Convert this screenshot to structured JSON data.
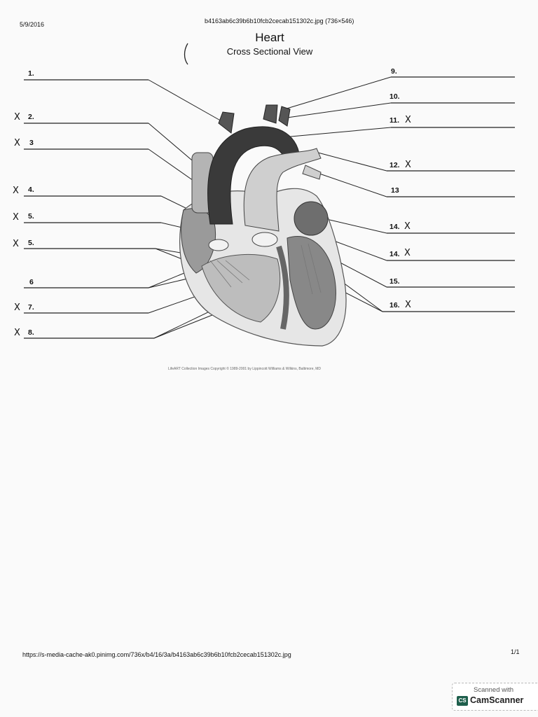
{
  "header": {
    "date": "5/9/2016",
    "filename": "b4163ab6c39b6b10fcb2cecab151302c.jpg (736×546)"
  },
  "title": {
    "main": "Heart",
    "sub": "Cross Sectional View"
  },
  "labels_left": [
    {
      "text": "1.",
      "mark": ""
    },
    {
      "text": "2.",
      "mark": "X"
    },
    {
      "text": "3",
      "mark": "X"
    },
    {
      "text": "4.",
      "mark": "X"
    },
    {
      "text": "5.",
      "mark": "X"
    },
    {
      "text": "5.",
      "mark": "X"
    },
    {
      "text": "6",
      "mark": ""
    },
    {
      "text": "7.",
      "mark": "X"
    },
    {
      "text": "8.",
      "mark": "X"
    }
  ],
  "labels_right": [
    {
      "text": "9.",
      "mark": ""
    },
    {
      "text": "10.",
      "mark": ""
    },
    {
      "text": "11.",
      "mark": "X"
    },
    {
      "text": "12.",
      "mark": "X"
    },
    {
      "text": "13",
      "mark": ""
    },
    {
      "text": "14.",
      "mark": "X"
    },
    {
      "text": "14.",
      "mark": "X"
    },
    {
      "text": "15.",
      "mark": ""
    },
    {
      "text": "16.",
      "mark": "X"
    }
  ],
  "credit": "LifeART Collection Images Copyright © 1989-2001 by Lippincott Williams & Wilkins, Baltimore, MD",
  "footer": {
    "url": "https://s-media-cache-ak0.pinimg.com/736x/b4/16/3a/b4163ab6c39b6b10fcb2cecab151302c.jpg",
    "page": "1/1"
  },
  "scanner": {
    "scanned_with": "Scanned with",
    "app_name": "CamScanner",
    "logo": "CS"
  }
}
